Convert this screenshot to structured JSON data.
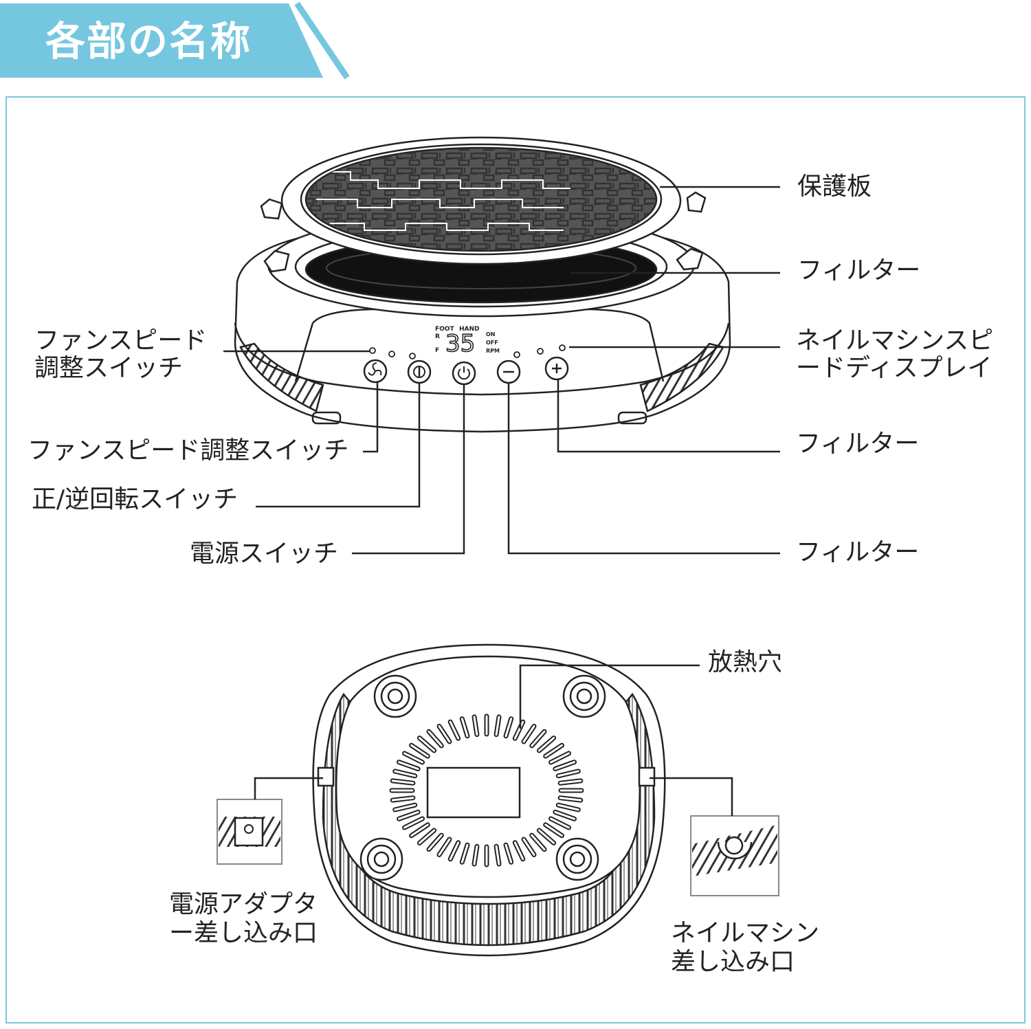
{
  "header": {
    "title": "各部の名称",
    "band_color": "#75c7e0",
    "frame_color": "#7fc6dd"
  },
  "device_top": {
    "display": {
      "top_left": "FOOT",
      "top_right": "HAND",
      "side_r": "R",
      "side_f": "F",
      "value": "35",
      "status_on": "ON",
      "status_off": "OFF",
      "unit": "RPM"
    },
    "buttons": [
      {
        "icon": "fan-icon"
      },
      {
        "icon": "rotation-icon"
      },
      {
        "icon": "power-icon"
      },
      {
        "icon": "minus-icon"
      },
      {
        "icon": "plus-icon"
      }
    ]
  },
  "labels": {
    "protective_plate": "保護板",
    "filter_1": "フィルター",
    "nail_speed_display_line1": "ネイルマシンスピ",
    "nail_speed_display_line2": "ードディスプレイ",
    "fan_speed_switch_line1": "ファンスピード",
    "fan_speed_switch_line2": "調整スイッチ",
    "filter_2": "フィルター",
    "fan_speed_switch_full": "ファンスピード調整スイッチ",
    "forward_reverse_switch": "正/逆回転スイッチ",
    "power_switch": "電源スイッチ",
    "filter_3": "フィルター",
    "heat_vent": "放熱穴",
    "adapter_port_line1": "電源アダプタ",
    "adapter_port_line2": "ー差し込み口",
    "nail_port_line1": "ネイルマシン",
    "nail_port_line2": "差し込み口"
  }
}
